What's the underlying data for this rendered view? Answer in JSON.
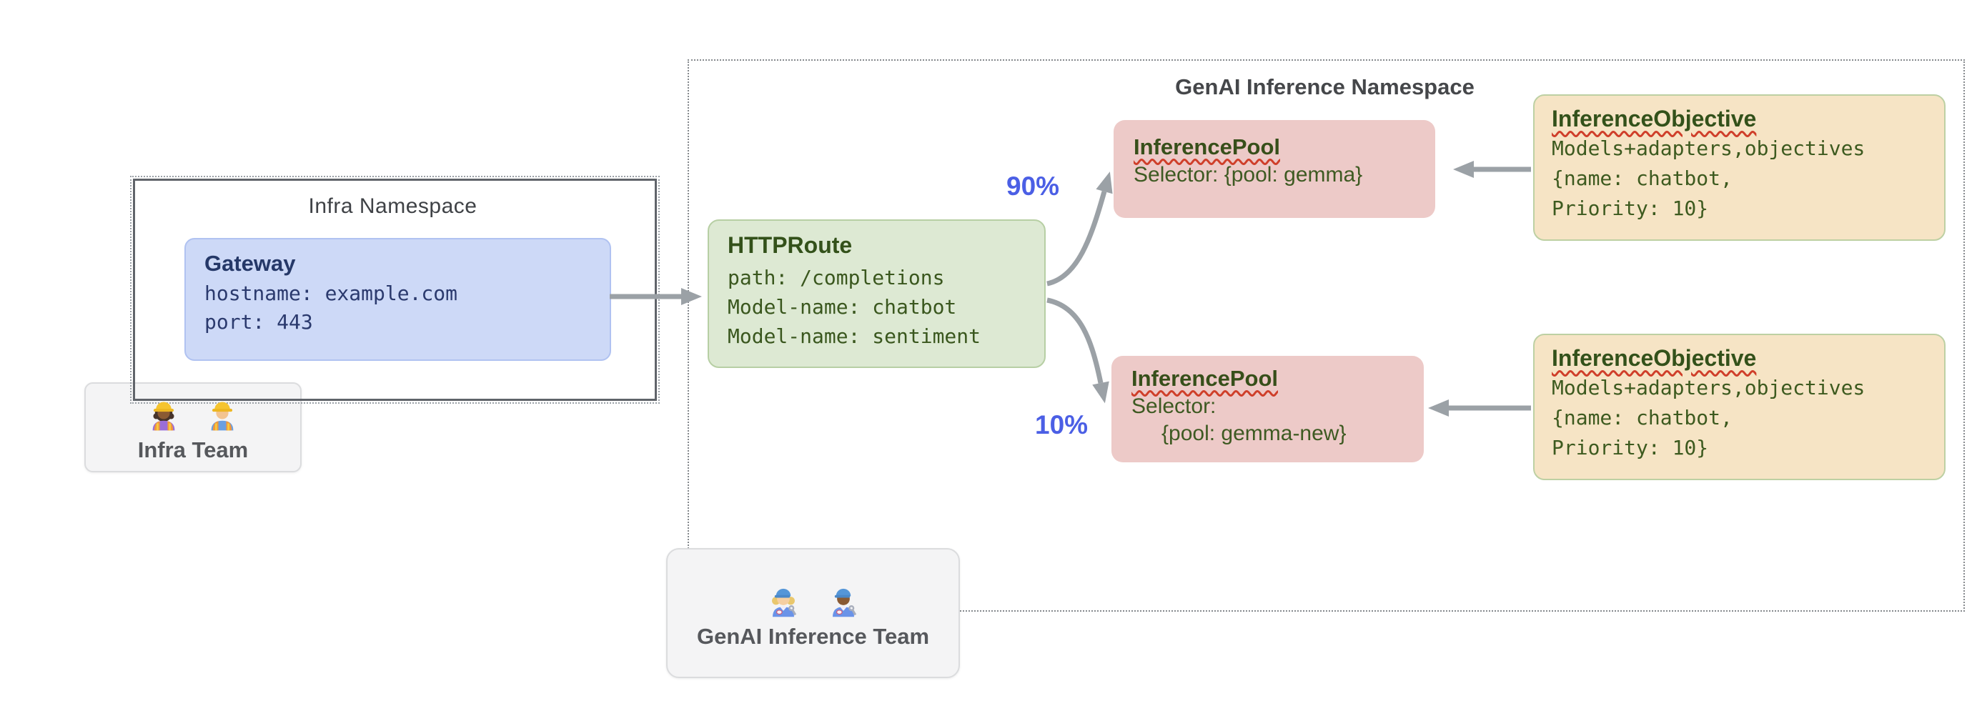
{
  "diagram": {
    "infra_namespace": {
      "label": "Infra Namespace"
    },
    "gateway": {
      "title": "Gateway",
      "lines": [
        "hostname: example.com",
        "port: 443"
      ]
    },
    "infra_team": {
      "label": "Infra Team",
      "icons": [
        "construction-worker-woman-icon",
        "construction-worker-man-icon"
      ]
    },
    "genai_namespace": {
      "label": "GenAI Inference Namespace"
    },
    "httproute": {
      "title": "HTTPRoute",
      "lines": [
        "path: /completions",
        "Model-name: chatbot",
        "Model-name: sentiment"
      ]
    },
    "traffic": {
      "top_percent": "90%",
      "bottom_percent": "10%"
    },
    "pools": [
      {
        "title": "InferencePool",
        "lines": [
          "Selector: {pool: gemma}"
        ]
      },
      {
        "title": "InferencePool",
        "lines": [
          "Selector:",
          "{pool: gemma-new}"
        ]
      }
    ],
    "objectives": [
      {
        "title": "InferenceObjective",
        "lines": [
          "Models+adapters,objectives",
          "{name: chatbot,",
          "Priority: 10}"
        ]
      },
      {
        "title": "InferenceObjective",
        "lines": [
          "Models+adapters,objectives",
          "{name: chatbot,",
          "Priority: 10}"
        ]
      }
    ],
    "genai_team": {
      "label": "GenAI Inference Team",
      "icons": [
        "mechanic-woman-icon",
        "mechanic-man-icon"
      ]
    },
    "colors": {
      "accent_blue": "#4b5fe5",
      "gateway_fill": "#cdd9f7",
      "httproute_fill": "#dde9d3",
      "pool_fill": "#edcac8",
      "objective_fill": "#f6e4c5",
      "arrow_gray": "#9ba1a6",
      "squiggle_red": "#cf3f2a"
    }
  }
}
